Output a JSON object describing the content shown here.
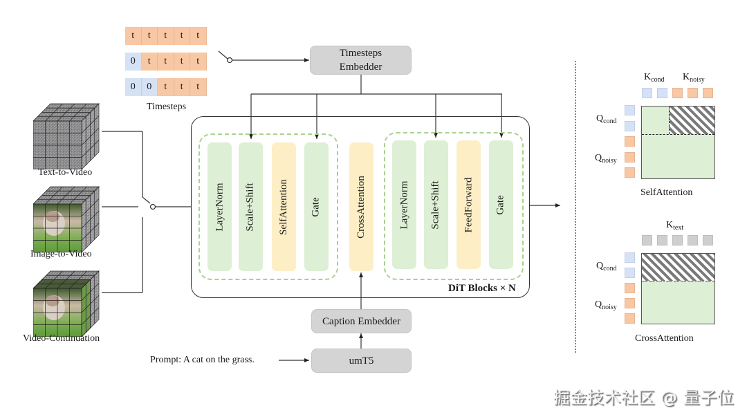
{
  "timesteps": {
    "rows": [
      [
        "t",
        "t",
        "t",
        "t",
        "t"
      ],
      [
        "0",
        "t",
        "t",
        "t",
        "t"
      ],
      [
        "0",
        "0",
        "t",
        "t",
        "t"
      ]
    ],
    "label": "Timesteps"
  },
  "timesteps_embedder": {
    "line1": "Timesteps",
    "line2": "Embedder"
  },
  "inputs": [
    {
      "label": "Text-to-Video",
      "content": "noise"
    },
    {
      "label": "Image-to-Video",
      "content": "first-frame-image"
    },
    {
      "label": "Video-Continuation",
      "content": "multi-frame-image"
    }
  ],
  "dit": {
    "label": "DiT Blocks × N",
    "group1": [
      "LayerNorm",
      "Scale+Shift",
      "SelfAttention",
      "Gate"
    ],
    "cross": "CrossAttention",
    "group2": [
      "LayerNorm",
      "Scale+Shift",
      "FeedForward",
      "Gate"
    ]
  },
  "caption_embedder": "Caption Embedder",
  "umt5": "umT5",
  "prompt": "Prompt: A cat on the grass.",
  "self_attention": {
    "title": "SelfAttention",
    "k_cond": {
      "base": "K",
      "sub": "cond"
    },
    "k_noisy": {
      "base": "K",
      "sub": "noisy"
    },
    "q_cond": {
      "base": "Q",
      "sub": "cond"
    },
    "q_noisy": {
      "base": "Q",
      "sub": "noisy"
    }
  },
  "cross_attention": {
    "title": "CrossAttention",
    "k_text": {
      "base": "K",
      "sub": "text"
    },
    "q_cond": {
      "base": "Q",
      "sub": "cond"
    },
    "q_noisy": {
      "base": "Q",
      "sub": "noisy"
    }
  },
  "colors": {
    "cond": "#d5e1f5",
    "noisy": "#f8c7a4",
    "text_token": "#cfcfcf",
    "green_block": "#ddefd4",
    "yellow_block": "#fdeec6",
    "dashed_group": "#a9d18e"
  },
  "watermark": "掘金技术社区 @ 量子位"
}
